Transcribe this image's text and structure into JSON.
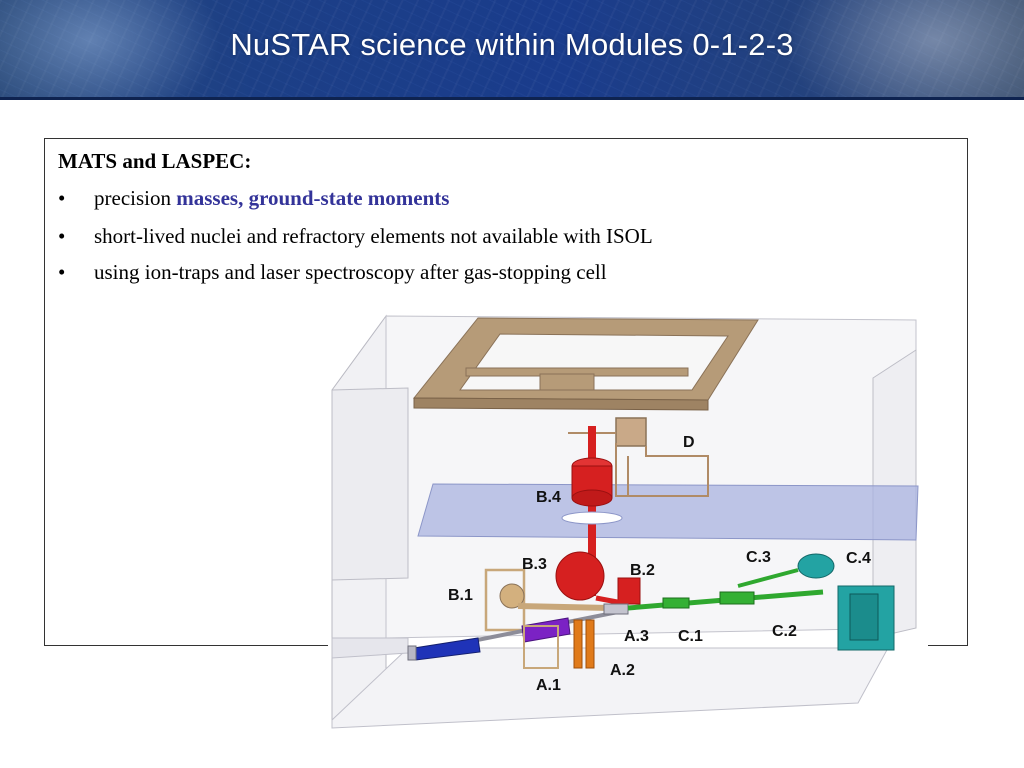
{
  "slide": {
    "title": "NuSTAR science within Modules 0-1-2-3"
  },
  "content": {
    "heading": "MATS and LASPEC:",
    "bullets": [
      {
        "marker": "•",
        "text": "precision ",
        "highlight": "masses, ground-state moments"
      },
      {
        "marker": "•",
        "text": "short-lived nuclei and refractory elements not available with ISOL"
      },
      {
        "marker": "•",
        "text": "using ion-traps and laser spectroscopy  after gas-stopping cell"
      }
    ]
  },
  "figure": {
    "labels": {
      "a1": "A.1",
      "a2": "A.2",
      "a3": "A.3",
      "b1": "B.1",
      "b2": "B.2",
      "b3": "B.3",
      "b4": "B.4",
      "c1": "C.1",
      "c2": "C.2",
      "c3": "C.3",
      "c4": "C.4",
      "d": "D"
    }
  },
  "colors": {
    "highlight": "#333399",
    "banner": "#1c3f86",
    "beamline_red": "#d62020",
    "beamline_green": "#2fa82f",
    "beamline_purple": "#7b22c4",
    "beamline_blue": "#1f33b8",
    "platform_tan": "#b69b78",
    "teal": "#23a3a3",
    "orange": "#e07a1a",
    "glass_blue": "#a9b3e0"
  }
}
